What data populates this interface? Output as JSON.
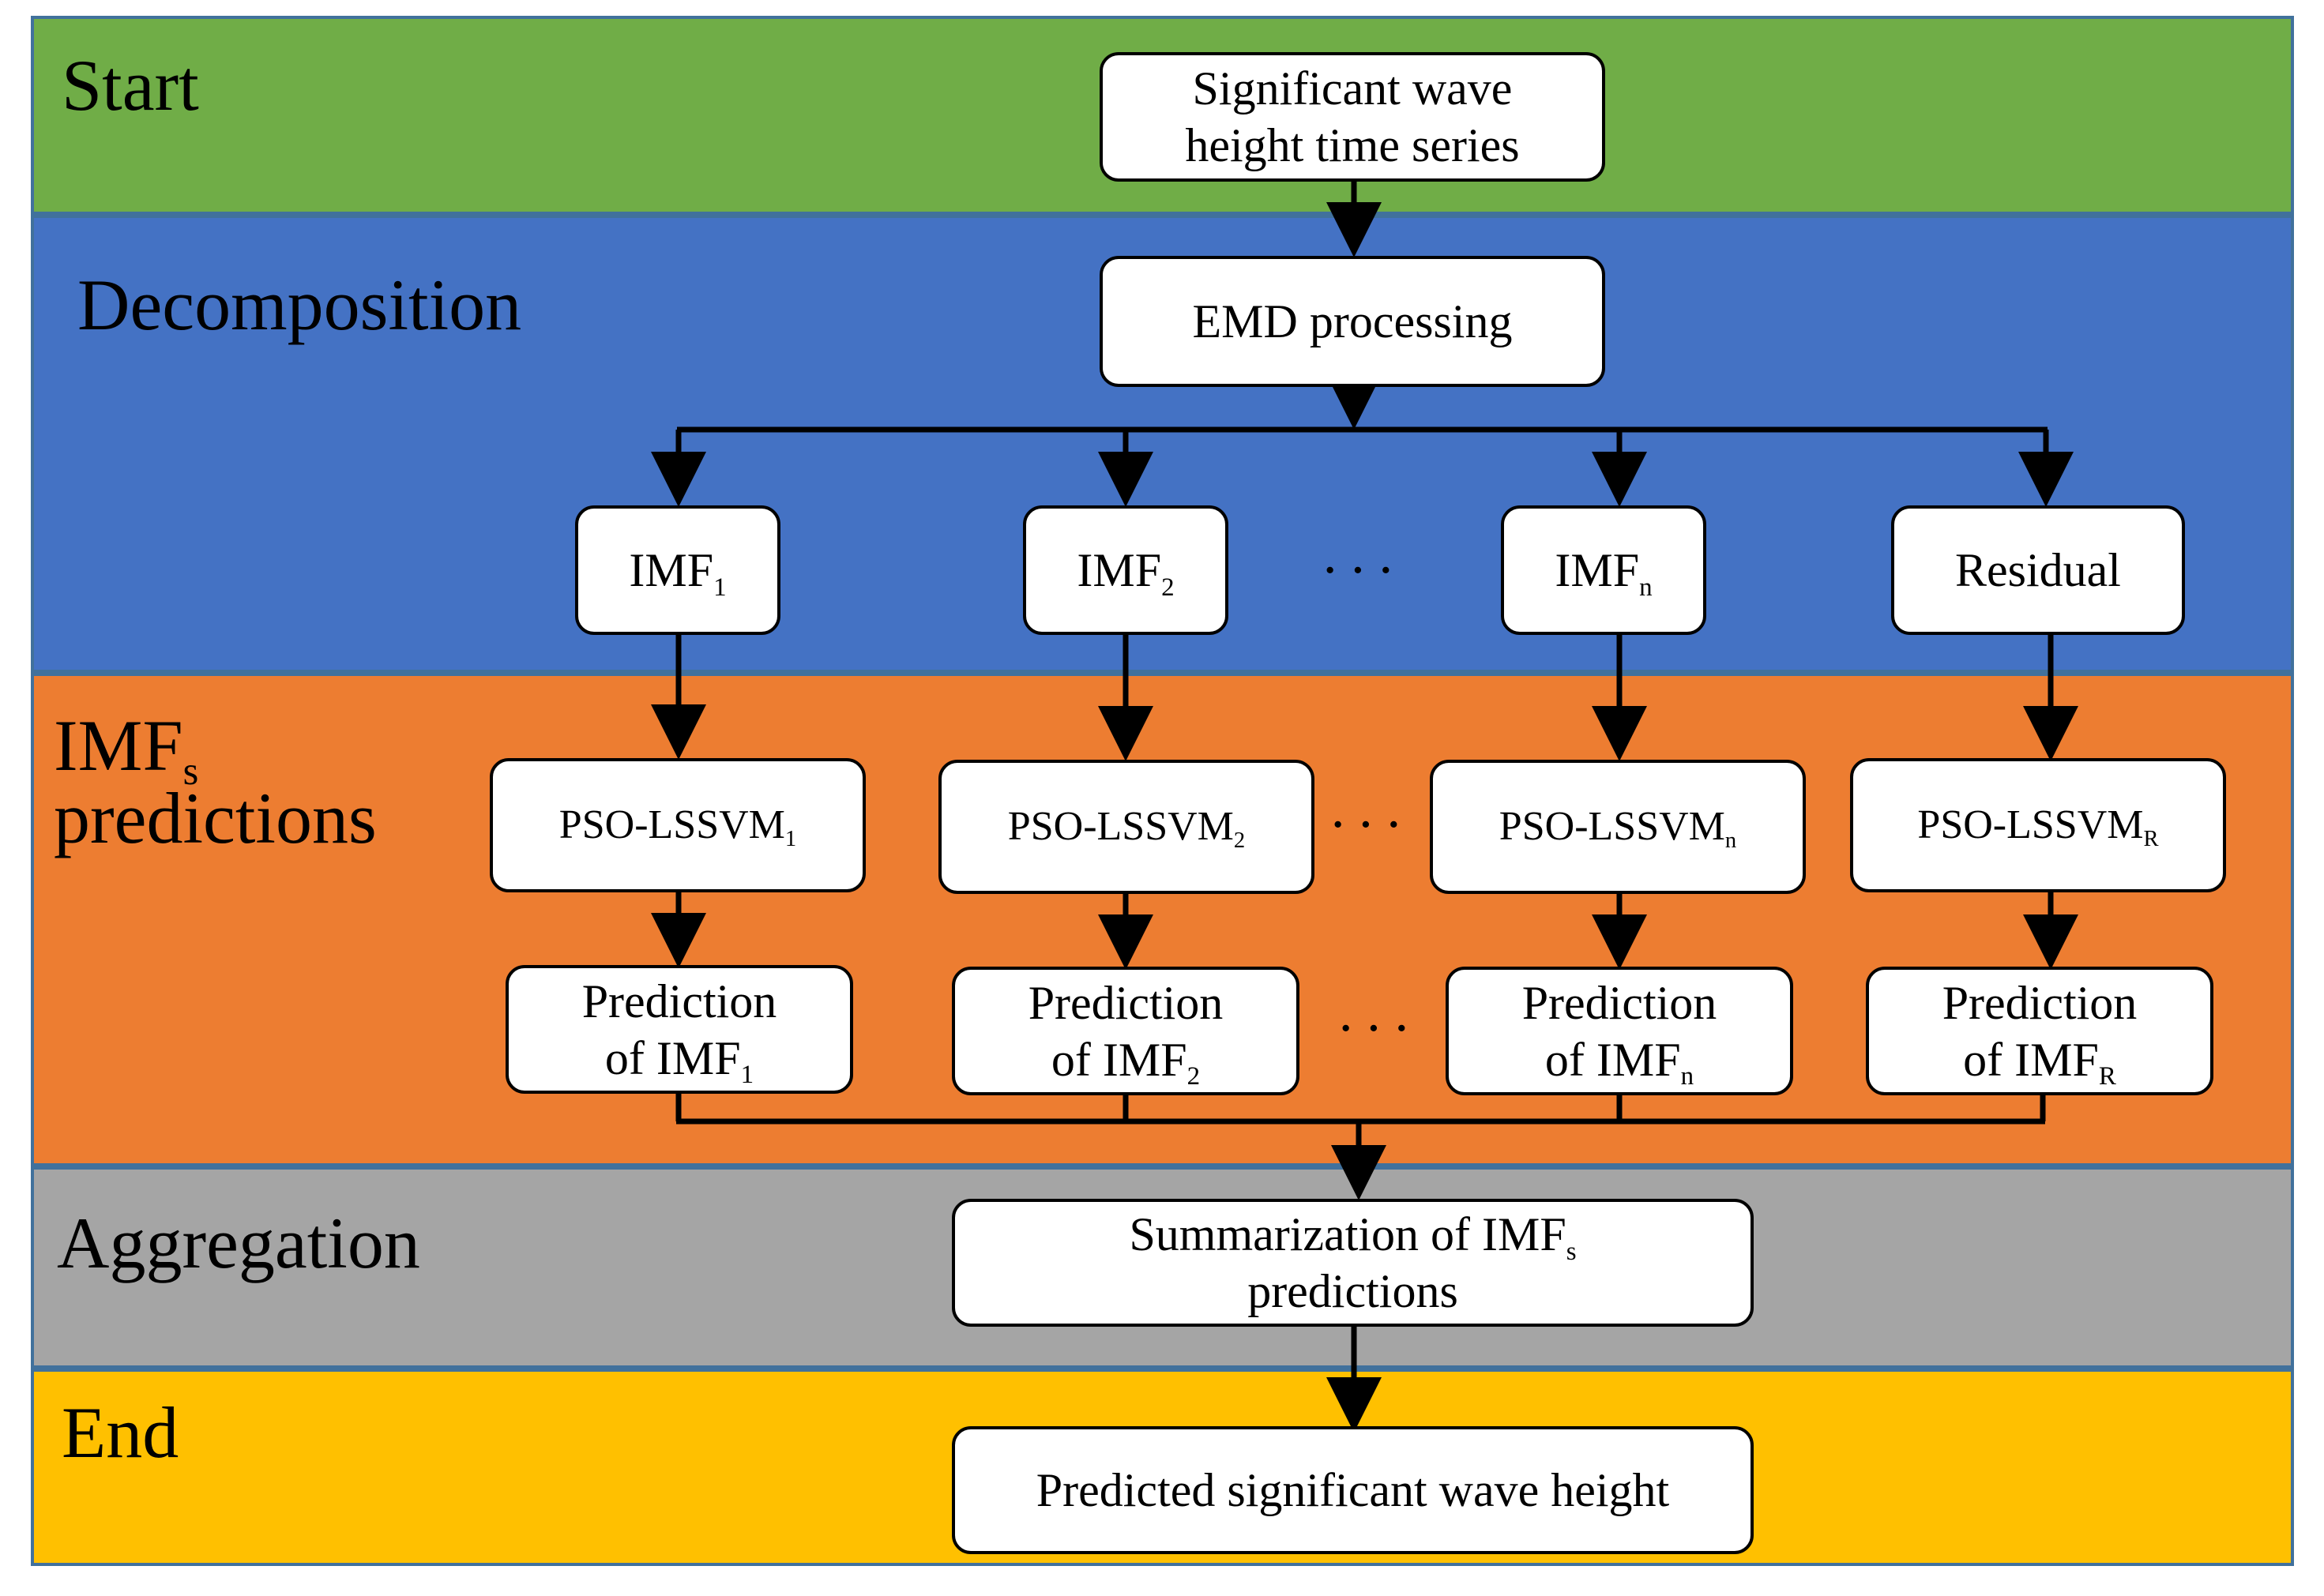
{
  "colors": {
    "start_band": "#70AD47",
    "decomposition_band": "#4472C4",
    "predictions_band": "#ED7D31",
    "aggregation_band": "#A5A5A5",
    "end_band": "#FFC000",
    "band_border": "#41719C",
    "node_fill": "#FFFFFF",
    "line": "#000000"
  },
  "bands": {
    "start": "Start",
    "decomposition": "Decomposition",
    "predictions": {
      "main": "IMF",
      "sub": "s",
      "line2": "predictions"
    },
    "aggregation": "Aggregation",
    "end": "End"
  },
  "nodes": {
    "input": {
      "line1": "Significant wave",
      "line2": "height time series"
    },
    "emd": "EMD processing",
    "imf1": {
      "main": "IMF",
      "sub": "1"
    },
    "imf2": {
      "main": "IMF",
      "sub": "2"
    },
    "imfn": {
      "main": "IMF",
      "sub": "n"
    },
    "residual": "Residual",
    "pso1": {
      "main": "PSO-LSSVM",
      "sub": "1"
    },
    "pso2": {
      "main": "PSO-LSSVM",
      "sub": "2"
    },
    "peon": {
      "main": "PSO-LSSVM",
      "sub": "n"
    },
    "psor": {
      "main": "PSO-LSSVM",
      "sub": "R"
    },
    "pred1": {
      "line1": "Prediction",
      "line2": "of IMF",
      "sub": "1"
    },
    "pred2": {
      "line1": "Prediction",
      "line2": "of IMF",
      "sub": "2"
    },
    "predn": {
      "line1": "Prediction",
      "line2": "of IMF",
      "sub": "n"
    },
    "predr": {
      "line1": "Prediction",
      "line2": "of IMF",
      "sub": "R"
    },
    "summary": {
      "line1": "Summarization of IMF",
      "sub": "s",
      "line2": "predictions"
    },
    "output": "Predicted significant wave height"
  },
  "ellipsis": "···"
}
